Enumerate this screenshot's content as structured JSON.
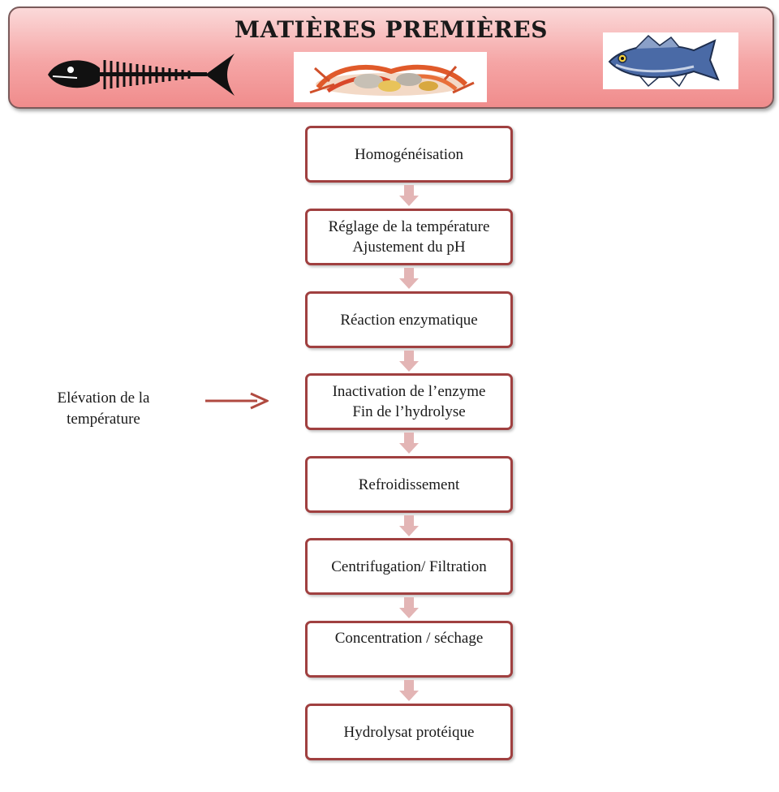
{
  "banner": {
    "title": "MATIÈRES PREMIÈRES"
  },
  "steps": [
    {
      "line1": "Homogénéisation",
      "line2": ""
    },
    {
      "line1": "Réglage de la température",
      "line2": "Ajustement du pH"
    },
    {
      "line1": "Réaction enzymatique",
      "line2": ""
    },
    {
      "line1": "Inactivation de l’enzyme",
      "line2": "Fin de l’hydrolyse"
    },
    {
      "line1": "Refroidissement",
      "line2": ""
    },
    {
      "line1": "Centrifugation/ Filtration",
      "line2": ""
    },
    {
      "line1": "Concentration / séchage",
      "line2": ""
    },
    {
      "line1": "Hydrolysat protéique",
      "line2": ""
    }
  ],
  "side_note": {
    "line1": "Elévation de la",
    "line2": "température"
  },
  "colors": {
    "box_border": "#a04040",
    "flow_arrow": "#e3b5b5",
    "side_arrow": "#b04a40",
    "banner_fill": "#f5a5a5"
  }
}
